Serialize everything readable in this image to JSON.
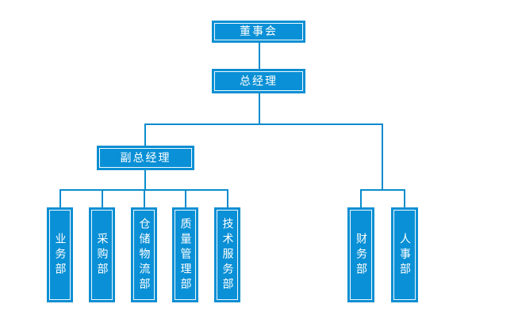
{
  "theme": {
    "fill_color": "#0a90d6",
    "line_color": "#0a8ccd",
    "text_color": "#ffffff",
    "canvas_color": "#ffffff"
  },
  "diagram": {
    "type": "org-chart",
    "nodes": {
      "board": {
        "label": "董事会",
        "orientation": "horizontal"
      },
      "general_manager": {
        "label": "总经理",
        "orientation": "horizontal"
      },
      "deputy_general_manager": {
        "label": "副总经理",
        "orientation": "horizontal"
      },
      "business_dept": {
        "label": "业务部",
        "orientation": "vertical"
      },
      "purchasing_dept": {
        "label": "采购部",
        "orientation": "vertical"
      },
      "warehouse_logistics_dept": {
        "label": "仓储物流部",
        "orientation": "vertical"
      },
      "quality_management_dept": {
        "label": "质量管理部",
        "orientation": "vertical"
      },
      "technical_service_dept": {
        "label": "技术服务部",
        "orientation": "vertical"
      },
      "finance_dept": {
        "label": "财务部",
        "orientation": "vertical"
      },
      "hr_dept": {
        "label": "人事部",
        "orientation": "vertical"
      }
    },
    "hierarchy": {
      "board": [
        "general_manager"
      ],
      "general_manager": [
        "deputy_general_manager",
        "finance_dept",
        "hr_dept"
      ],
      "deputy_general_manager": [
        "business_dept",
        "purchasing_dept",
        "warehouse_logistics_dept",
        "quality_management_dept",
        "technical_service_dept"
      ]
    }
  }
}
